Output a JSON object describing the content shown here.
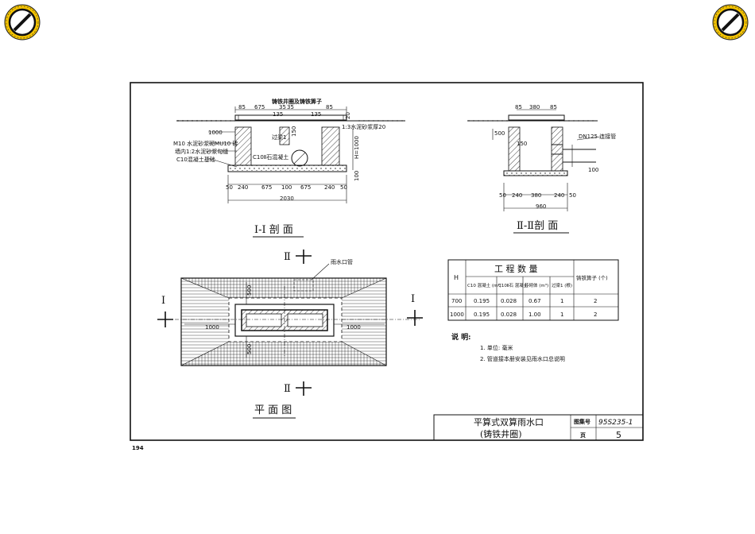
{
  "page_number": "194",
  "section1": {
    "title": "I-I 剖 面",
    "top_label": "铸铁井圈及铸铁箅子",
    "top_dims": [
      "85",
      "675",
      "35",
      "35",
      "85"
    ],
    "sub_dims": [
      "135",
      "135"
    ],
    "right_label": "1:3水泥砂浆厚20",
    "left_labels": [
      "M10 水泥砂浆砌MU10 砖",
      "墙内1:2水泥砂浆勾缝",
      "C10混凝土基础"
    ],
    "dim_1000": "1000",
    "center_labels": [
      "过梁1",
      "C10Ⅱ石混凝土"
    ],
    "h_label": "H=1000",
    "bottom_dims": [
      "50",
      "240",
      "675",
      "100",
      "675",
      "240",
      "50"
    ],
    "total": "2030",
    "small_vals": [
      "150",
      "100",
      "20"
    ]
  },
  "section2": {
    "title": "Ⅱ-Ⅱ剖 面",
    "top_dims": [
      "85",
      "380",
      "85"
    ],
    "dim_500": "500",
    "pipe_label": "DN125 连接管",
    "bottom_dims": [
      "50",
      "240",
      "380",
      "240",
      "50"
    ],
    "total": "960",
    "small_vals": [
      "150",
      "100"
    ]
  },
  "plan": {
    "title": "平 面 图",
    "section_marks": [
      "Ⅱ",
      "Ⅱ",
      "I",
      "I"
    ],
    "pipe_label": "雨水口管",
    "dims": [
      "1000",
      "1000",
      "500",
      "500"
    ]
  },
  "quantity_table": {
    "col_H": "H",
    "group_header": "工 程 数 量",
    "sub_headers": [
      "C10 混凝土 (m³)",
      "C10Ⅱ石 混凝土",
      "砖砌体 (m³)",
      "过梁1 (根)"
    ],
    "grate_header": "铸铁箅子 (个)",
    "rows": [
      [
        "700",
        "0.195",
        "0.028",
        "0.67",
        "1",
        "2"
      ],
      [
        "1000",
        "0.195",
        "0.028",
        "1.00",
        "1",
        "2"
      ]
    ]
  },
  "notes": {
    "heading": "说 明:",
    "items": [
      "1. 单位: 毫米",
      "2. 管道接本册安装见雨水口总说明"
    ]
  },
  "title_block": {
    "title_line1": "平算式双算雨水口",
    "title_line2": "(铸铁井圈)",
    "atlas_label": "图集号",
    "atlas_no": "95S235-1",
    "page_label": "页",
    "page_no": "5"
  }
}
